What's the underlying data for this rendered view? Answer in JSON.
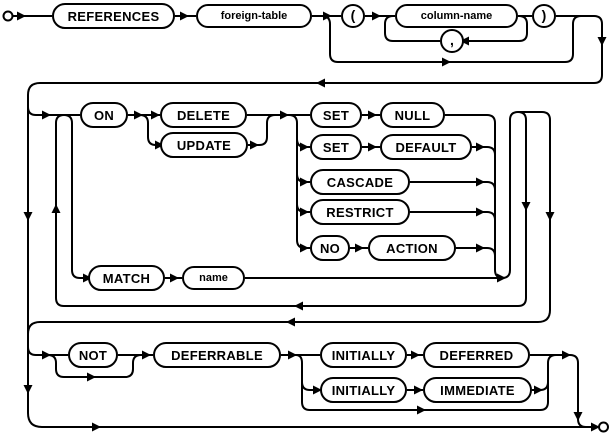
{
  "diagram": {
    "kind": "railroad-syntax-diagram",
    "colors": {
      "line": "#000000",
      "background": "#ffffff",
      "text": "#000000"
    },
    "nodes": {
      "references": {
        "label": "REFERENCES",
        "kind": "keyword"
      },
      "foreign_table": {
        "label": "foreign-table",
        "kind": "nonterminal"
      },
      "open_paren": {
        "label": "(",
        "kind": "token"
      },
      "column_name": {
        "label": "column-name",
        "kind": "nonterminal"
      },
      "comma": {
        "label": ",",
        "kind": "token"
      },
      "close_paren": {
        "label": ")",
        "kind": "token"
      },
      "on": {
        "label": "ON",
        "kind": "keyword"
      },
      "delete": {
        "label": "DELETE",
        "kind": "keyword"
      },
      "update": {
        "label": "UPDATE",
        "kind": "keyword"
      },
      "set1": {
        "label": "SET",
        "kind": "keyword"
      },
      "null": {
        "label": "NULL",
        "kind": "keyword"
      },
      "set2": {
        "label": "SET",
        "kind": "keyword"
      },
      "default": {
        "label": "DEFAULT",
        "kind": "keyword"
      },
      "cascade": {
        "label": "CASCADE",
        "kind": "keyword"
      },
      "restrict": {
        "label": "RESTRICT",
        "kind": "keyword"
      },
      "no": {
        "label": "NO",
        "kind": "keyword"
      },
      "action": {
        "label": "ACTION",
        "kind": "keyword"
      },
      "match": {
        "label": "MATCH",
        "kind": "keyword"
      },
      "name": {
        "label": "name",
        "kind": "nonterminal"
      },
      "not": {
        "label": "NOT",
        "kind": "keyword"
      },
      "deferrable": {
        "label": "DEFERRABLE",
        "kind": "keyword"
      },
      "initially1": {
        "label": "INITIALLY",
        "kind": "keyword"
      },
      "deferred": {
        "label": "DEFERRED",
        "kind": "keyword"
      },
      "initially2": {
        "label": "INITIALLY",
        "kind": "keyword"
      },
      "immediate": {
        "label": "IMMEDIATE",
        "kind": "keyword"
      }
    }
  }
}
